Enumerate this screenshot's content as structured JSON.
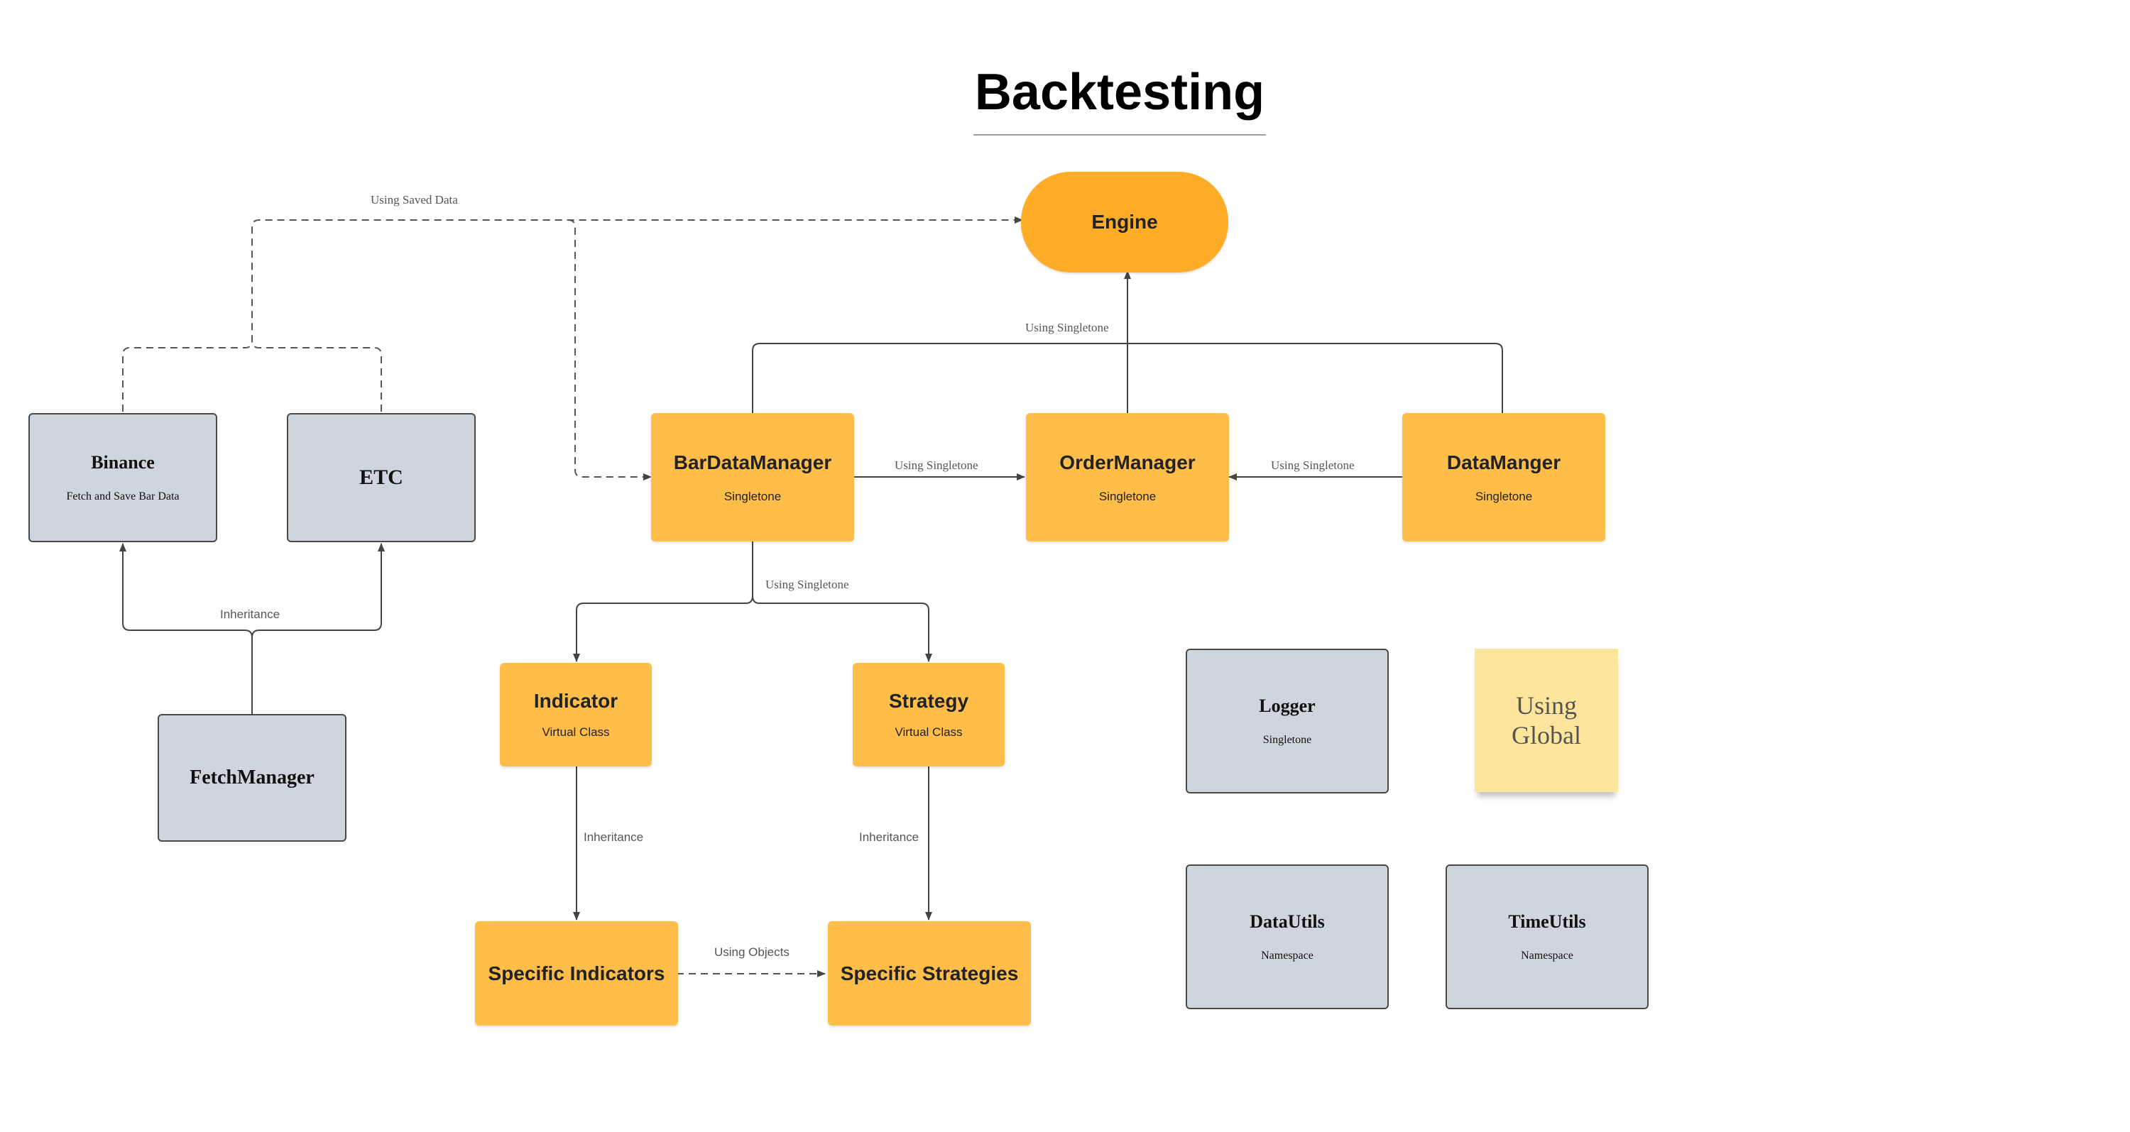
{
  "title": "Backtesting",
  "nodes": {
    "engine": {
      "label": "Engine"
    },
    "binance": {
      "label": "Binance",
      "subtitle": "Fetch and Save Bar Data"
    },
    "etc": {
      "label": "ETC"
    },
    "fetch_manager": {
      "label": "FetchManager"
    },
    "bar_data_manager": {
      "label": "BarDataManager",
      "subtitle": "Singletone"
    },
    "order_manager": {
      "label": "OrderManager",
      "subtitle": "Singletone"
    },
    "data_manger": {
      "label": "DataManger",
      "subtitle": "Singletone"
    },
    "indicator": {
      "label": "Indicator",
      "subtitle": "Virtual Class"
    },
    "strategy": {
      "label": "Strategy",
      "subtitle": "Virtual Class"
    },
    "specific_indicators": {
      "label": "Specific Indicators"
    },
    "specific_strategies": {
      "label": "Specific Strategies"
    },
    "logger": {
      "label": "Logger",
      "subtitle": "Singletone"
    },
    "data_utils": {
      "label": "DataUtils",
      "subtitle": "Namespace"
    },
    "time_utils": {
      "label": "TimeUtils",
      "subtitle": "Namespace"
    }
  },
  "sticky_note": {
    "text": "Using Global"
  },
  "edge_labels": {
    "using_saved_data": "Using Saved Data",
    "singletone_engine": "Using Singletone",
    "singletone_bar_order": "Using Singletone",
    "singletone_data_order": "Using Singletone",
    "singletone_bar_children": "Using Singletone",
    "inheritance_fetch": "Inheritance",
    "inheritance_indicator": "Inheritance",
    "inheritance_strategy": "Inheritance",
    "using_objects": "Using Objects"
  },
  "colors": {
    "orange_node": "#ffbd4a",
    "engine": "#ffad29",
    "gray_node": "#cfd5dd",
    "sticky_note": "#fde69b",
    "connector": "#444444"
  }
}
